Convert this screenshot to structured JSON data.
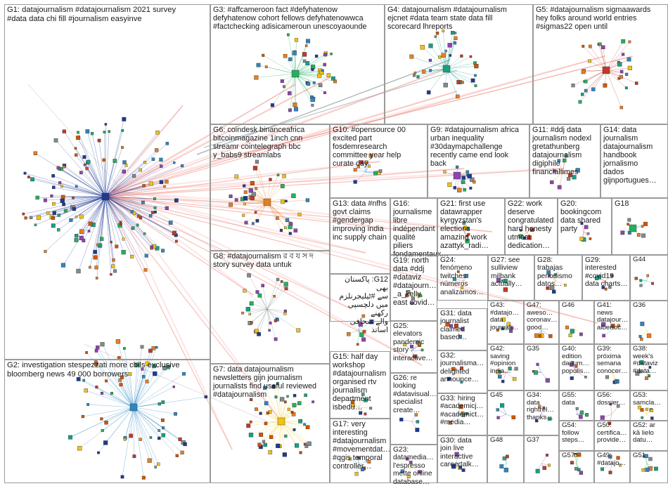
{
  "groups": [
    {
      "id": "g1",
      "label": "G1: datajournalism #datajournalism 2021 survey\n#data data chi fill #journalism easyinve"
    },
    {
      "id": "g2",
      "label": "G2: investigation stespezzati more cbils exclusive\nbloomberg news 49 000 borrowers"
    },
    {
      "id": "g3",
      "label": "G3: #affcameroon fact #defyhatenow\ndefyhatenow cohort fellows defyhatenowwca\n#factchecking adisicameroun unescoyaounde"
    },
    {
      "id": "g4",
      "label": "G4: datajournalism #datajournalism\nejcnet #data team state data fill\nscorecard lhreports"
    },
    {
      "id": "g5",
      "label": "G5: #datajournalism sigmaawards\nhey folks around world entries\n#sigmas22 open until"
    },
    {
      "id": "g6",
      "label": "G6: coindesk binanceafrica\nbitcoinmagazine 1inch cnn\nstreamr cointelegraph bbc\ny_babs9 streamlabs"
    },
    {
      "id": "g7",
      "label": "G7: data datajournalism\nnewsletters gijn journalism\njournalists find useful reviewed\n#datajournalism"
    },
    {
      "id": "g8",
      "label": "G8: #datajournalism র ব য স দ\nstory survey data untuk"
    },
    {
      "id": "g9",
      "label": "G9: #datajournalism africa\nurban inequality\n#30daymapchallenge\nrecently came end look\nback"
    },
    {
      "id": "g10",
      "label": "G10: #opensource 00\nexcited part\nfosdemresearch\ncommittee year help\ncurate day"
    },
    {
      "id": "g11",
      "label": "G11: #ddj data\njournalism nodexl\ngretathunberg\ndatajournalism\ndigiphile\nfinancialtimes"
    },
    {
      "id": "g12",
      "label": "G12: پاکستان بھی\nسے #ٹیلیجرنلزم\nمیں دلچسپی رکھنے\nوالے صحافی اساتذ"
    },
    {
      "id": "g13",
      "label": "G13: data #nfhs\ngovt claims\n#gendergap\nimproving india\ninc supply chain"
    },
    {
      "id": "g14",
      "label": "G14: data\njournalism\ndatajournalism\nhandbook\njornalismo\ndados\ngijnportugues…"
    },
    {
      "id": "g15",
      "label": "G15: half day\nworkshop\n#datajournalism\norganised rtv\njournalism\ndepartment\nisbedu…"
    },
    {
      "id": "g16",
      "label": "G16:\njournalisme\nlibre\nindépendant\nqualité piliers\nfondamentaux…"
    },
    {
      "id": "g17",
      "label": "G17: very\ninteresting\n#datajournalism\n#movementdat…\n#qgis temporal\ncontroller…"
    },
    {
      "id": "g18",
      "label": "G18"
    },
    {
      "id": "g19",
      "label": "G19: north\ndata #ddj\n#dataviz\n#datajourn…\n_a_kelly\neast covid…"
    },
    {
      "id": "g20",
      "label": "G20:\nbookingcom\ndata shared\nparty"
    },
    {
      "id": "g21",
      "label": "G21: first use\ndatawrapper\nkyrgyzstan's\nelections\namazing work\nazattyk_radi…"
    },
    {
      "id": "g22",
      "label": "G22: work\ndeserve\ncongratulated\nhard honesty\nutmost\ndedication…"
    },
    {
      "id": "g23",
      "label": "G23:\ndatamedia…\nl'espresso\nmette online\ndatabase…"
    },
    {
      "id": "g24",
      "label": "G24:\nfenómeno\ntwitches\nnúmeros\nanalizamos…"
    },
    {
      "id": "g25",
      "label": "G25:\nelevators\npandemic\nstory\ninteractive…"
    },
    {
      "id": "g26",
      "label": "G26: re\nlooking\n#datavisual…\nspecialist\ncreate…"
    },
    {
      "id": "g27",
      "label": "G27: see\nsulliview\nmilbank\nactually…"
    },
    {
      "id": "g28",
      "label": "G28:\ntrabajas\nperiodismo\ndatos…"
    },
    {
      "id": "g29",
      "label": "G29:\ninterested\n#covid19\ndata charts…"
    },
    {
      "id": "g30",
      "label": "G30: data\njoin live\ninteractive\ncareertalk…"
    },
    {
      "id": "g31",
      "label": "G31: data\njournalist\nclaimed\nbased…"
    },
    {
      "id": "g32",
      "label": "G32:\njournalisma…\ndelighted\nannounce…"
    },
    {
      "id": "g33",
      "label": "G33: hiring\n#academicj…\n#academict…\n#media…"
    },
    {
      "id": "g34",
      "label": "G34:\ndata\nrightrel…\nthanks…"
    },
    {
      "id": "g35",
      "label": "G35"
    },
    {
      "id": "g36",
      "label": "G36"
    },
    {
      "id": "g37",
      "label": "G37"
    },
    {
      "id": "g38",
      "label": "G38:\nweek's\n#dataviz\n#data…"
    },
    {
      "id": "g39",
      "label": "G39:\npróxima\nsemana\nconocer…"
    },
    {
      "id": "g40",
      "label": "G40:\nedition\ndanum…\npopulis…"
    },
    {
      "id": "g41",
      "label": "G41:\nnews\ndatajour…\nalbertoc…"
    },
    {
      "id": "g42",
      "label": "G42:\nsaving\n#opinion\nindia…"
    },
    {
      "id": "g43",
      "label": "G43:\n#datajo…\ndata\njournali…"
    },
    {
      "id": "g44",
      "label": "G44"
    },
    {
      "id": "g45",
      "label": "G45"
    },
    {
      "id": "g46",
      "label": "G46"
    },
    {
      "id": "g47",
      "label": "G47:\naweso…\ncoronav…\ngood…"
    },
    {
      "id": "g48",
      "label": "G48"
    },
    {
      "id": "g49",
      "label": "G49:\n#datajo…"
    },
    {
      "id": "g50",
      "label": "G50:\ncertifica…\nprovide…"
    },
    {
      "id": "g51",
      "label": "G51"
    },
    {
      "id": "g52",
      "label": "G52: ar\nkā lielo\ndatu…"
    },
    {
      "id": "g53",
      "label": "G53:\nsamcla…"
    },
    {
      "id": "g54",
      "label": "G54:\nfollow\nsteps…"
    },
    {
      "id": "g55",
      "label": "G55:\ndata"
    },
    {
      "id": "g56",
      "label": "G56:\ndossier…"
    },
    {
      "id": "g57",
      "label": "G57"
    }
  ]
}
